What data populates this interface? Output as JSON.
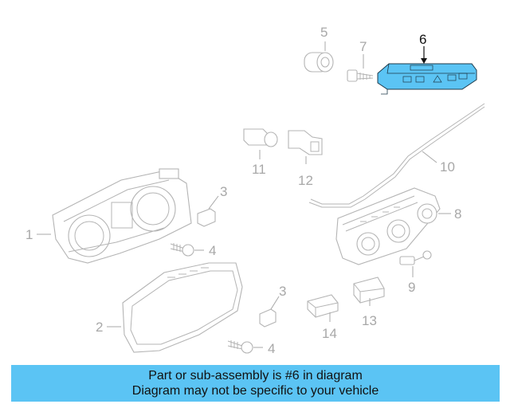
{
  "diagram": {
    "callouts": {
      "c1": "1",
      "c2": "2",
      "c3a": "3",
      "c3b": "3",
      "c4a": "4",
      "c4b": "4",
      "c5": "5",
      "c6": "6",
      "c7": "7",
      "c8": "8",
      "c9": "9",
      "c10": "10",
      "c11": "11",
      "c12": "12",
      "c13": "13",
      "c14": "14"
    },
    "highlighted_part": "6",
    "colors": {
      "highlight": "#5bc4f4",
      "line_art": "#b4b4b4",
      "label": "#a8a8a8",
      "active_label": "#111111"
    }
  },
  "banner": {
    "line1": "Part or sub-assembly is #6 in diagram",
    "line2": "Diagram may not be specific to your vehicle",
    "background": "#5bc4f4"
  }
}
